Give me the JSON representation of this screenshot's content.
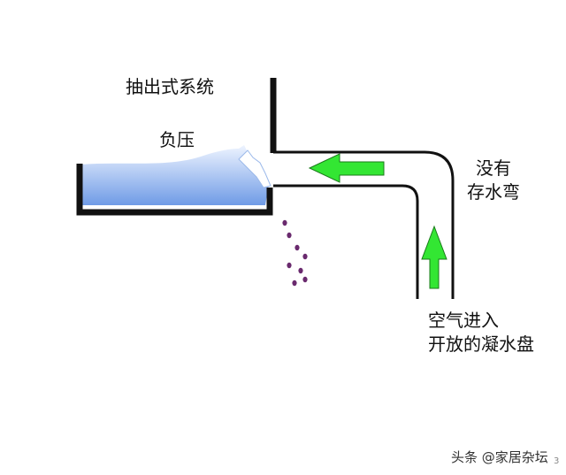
{
  "title": "抽出式系统",
  "labels": {
    "negative_pressure": "负压",
    "no_trap_line1": "没有",
    "no_trap_line2": "存水弯",
    "air_in_line1": "空气进入",
    "air_in_line2": "开放的凝水盘"
  },
  "watermark": "头条 @家居杂坛",
  "page_number": "3",
  "colors": {
    "pipe": "#111111",
    "water_top": "#eef4ff",
    "water_bottom": "#6f9be6",
    "arrow": "#33e633",
    "arrow_edge": "#1a7a1a",
    "droplet": "#6a2a6e"
  }
}
